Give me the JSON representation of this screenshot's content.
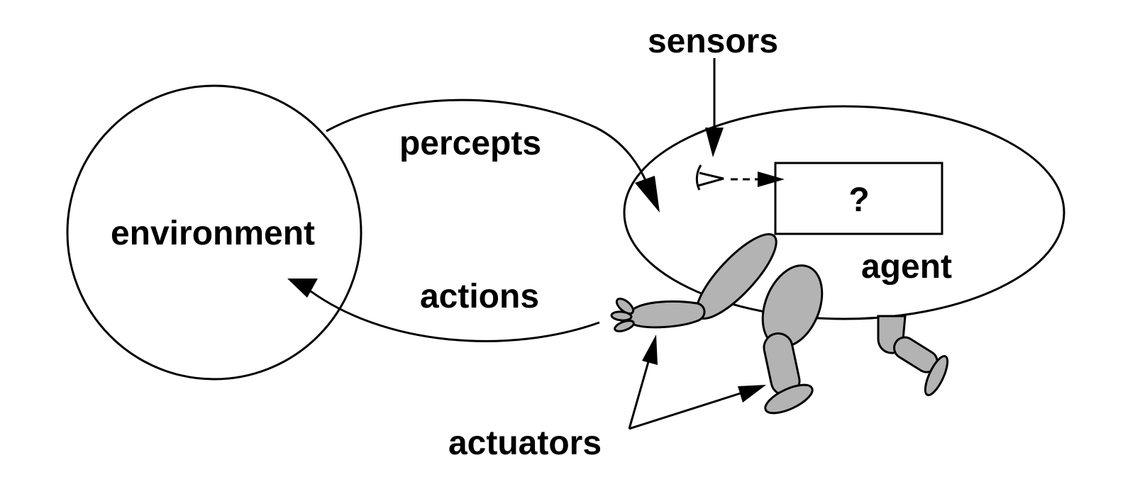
{
  "labels": {
    "environment": "environment",
    "agent": "agent",
    "percepts": "percepts",
    "actions": "actions",
    "sensors": "sensors",
    "actuators": "actuators",
    "unknown_program": "?"
  },
  "colors": {
    "line": "#000000",
    "limb_fill": "#b3b3b3",
    "background": "#ffffff"
  },
  "icons": {
    "sensor": "eye-icon",
    "actuators": "arm-and-legs-icon"
  }
}
